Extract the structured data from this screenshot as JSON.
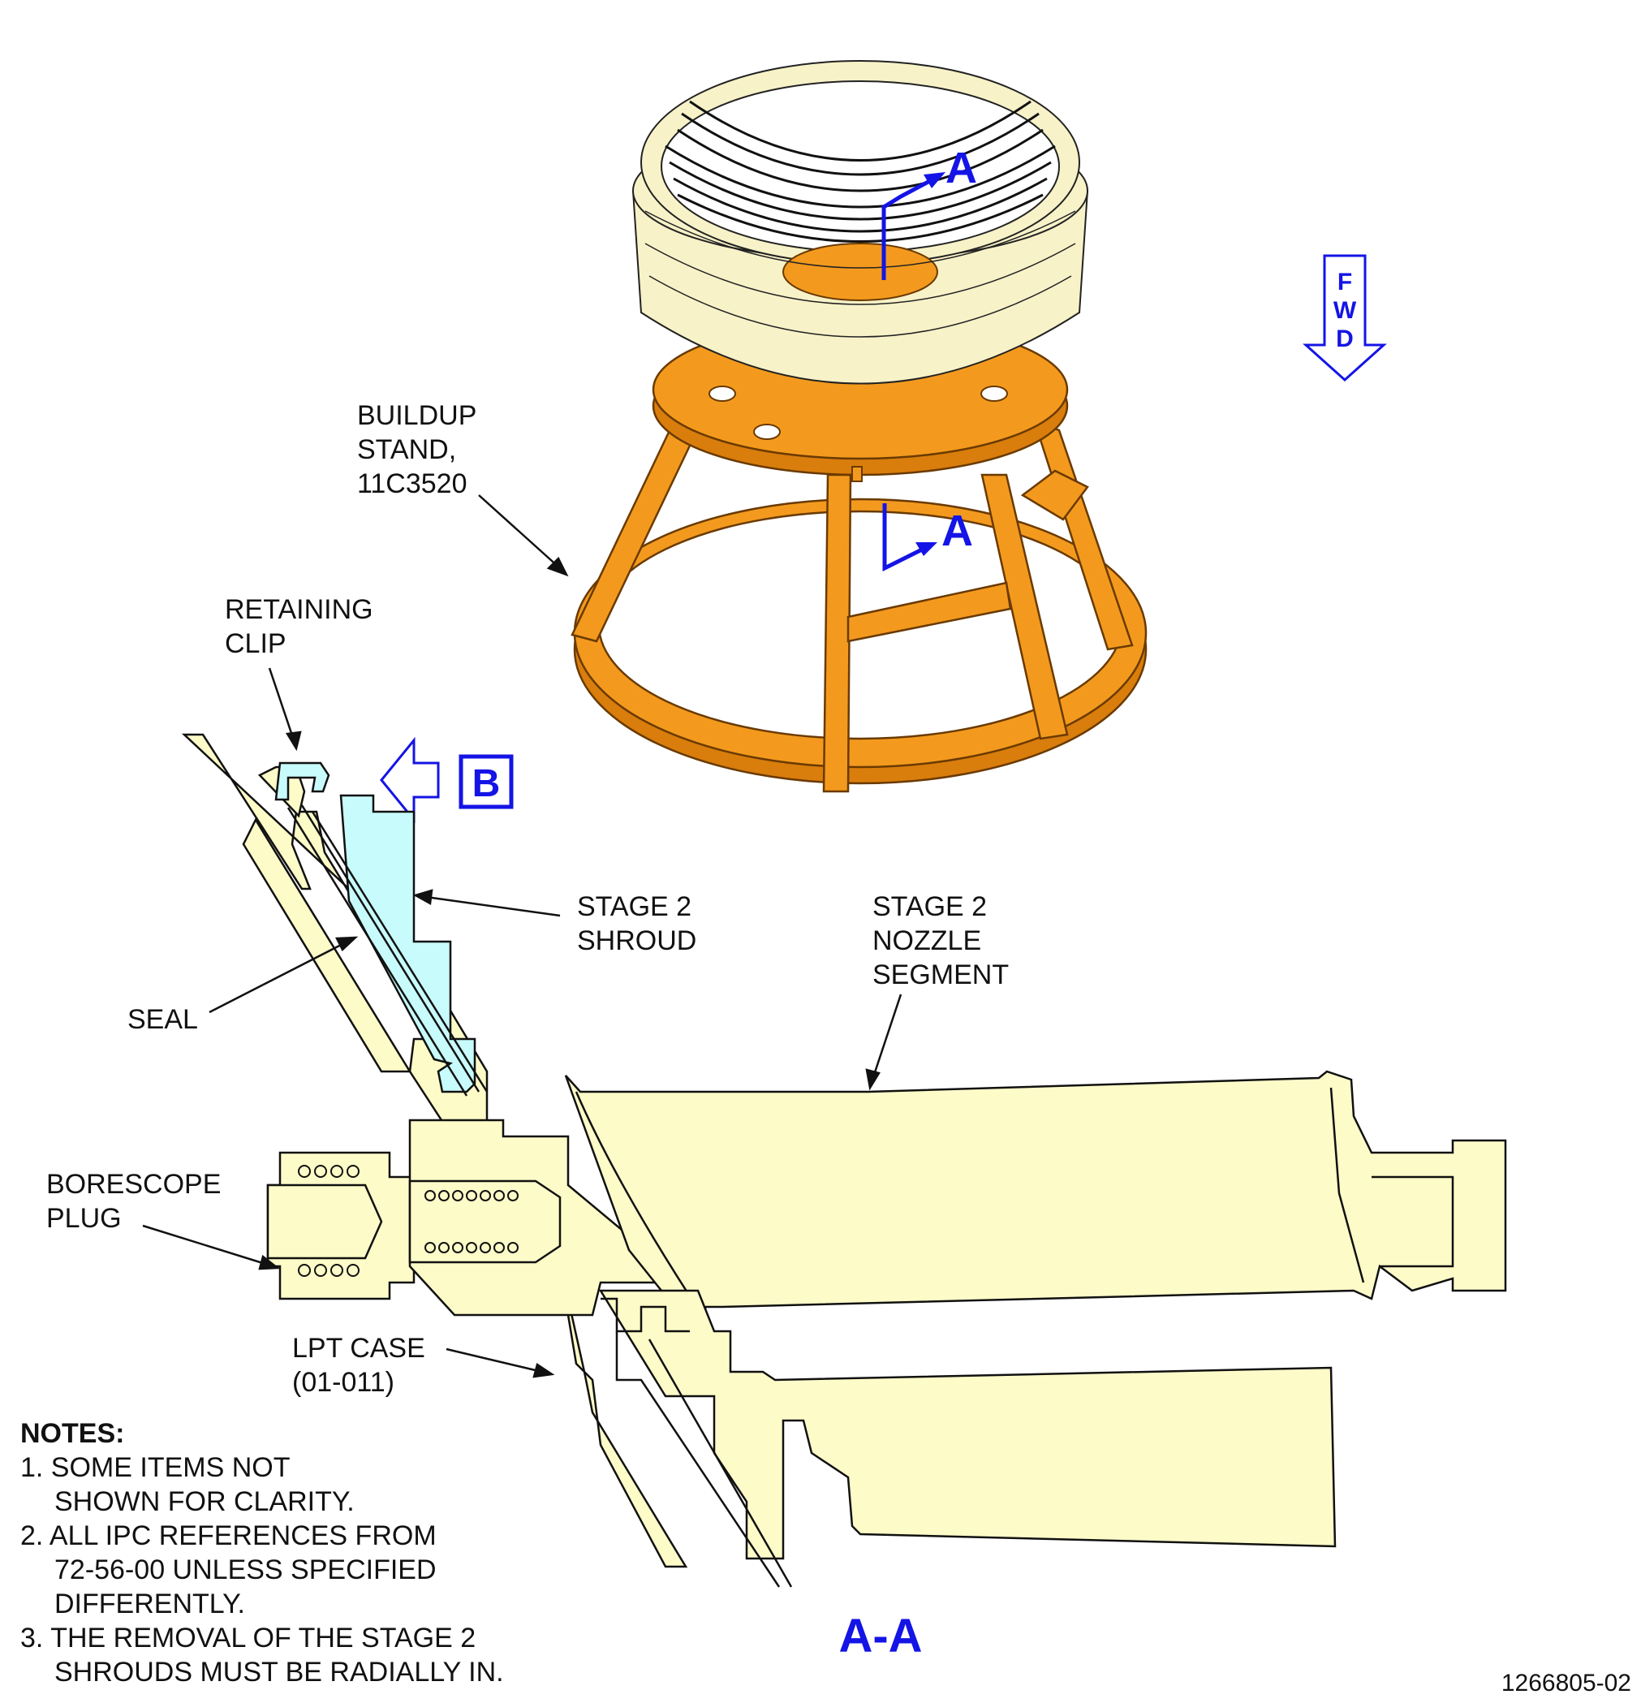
{
  "labels": {
    "buildup_stand": [
      "BUILDUP",
      "STAND,",
      "11C3520"
    ],
    "retaining_clip": [
      "RETAINING",
      "CLIP"
    ],
    "stage2_shroud": [
      "STAGE 2",
      "SHROUD"
    ],
    "stage2_nozzle": [
      "STAGE 2",
      "NOZZLE",
      "SEGMENT"
    ],
    "seal": "SEAL",
    "borescope_plug": [
      "BORESCOPE",
      "PLUG"
    ],
    "lpt_case": [
      "LPT CASE",
      "(01-011)"
    ]
  },
  "section_markers": {
    "top": "A",
    "bottom": "A",
    "view": "B",
    "section_title": "A-A"
  },
  "fwd_arrow": [
    "F",
    "W",
    "D"
  ],
  "notes": {
    "heading": "NOTES:",
    "lines": [
      "1. SOME ITEMS NOT",
      "SHOWN FOR CLARITY.",
      "2. ALL IPC REFERENCES FROM",
      "72-56-00 UNLESS SPECIFIED",
      "DIFFERENTLY.",
      "3. THE REMOVAL OF THE STAGE 2",
      "SHROUDS MUST BE RADIALLY IN."
    ]
  },
  "figure_id": "1266805-02",
  "colors": {
    "callout_blue": "#1414e6",
    "stand_orange": "#f39a1e",
    "shroud_cyan": "#c8fbfb",
    "part_yellow": "#fdfbc8"
  }
}
